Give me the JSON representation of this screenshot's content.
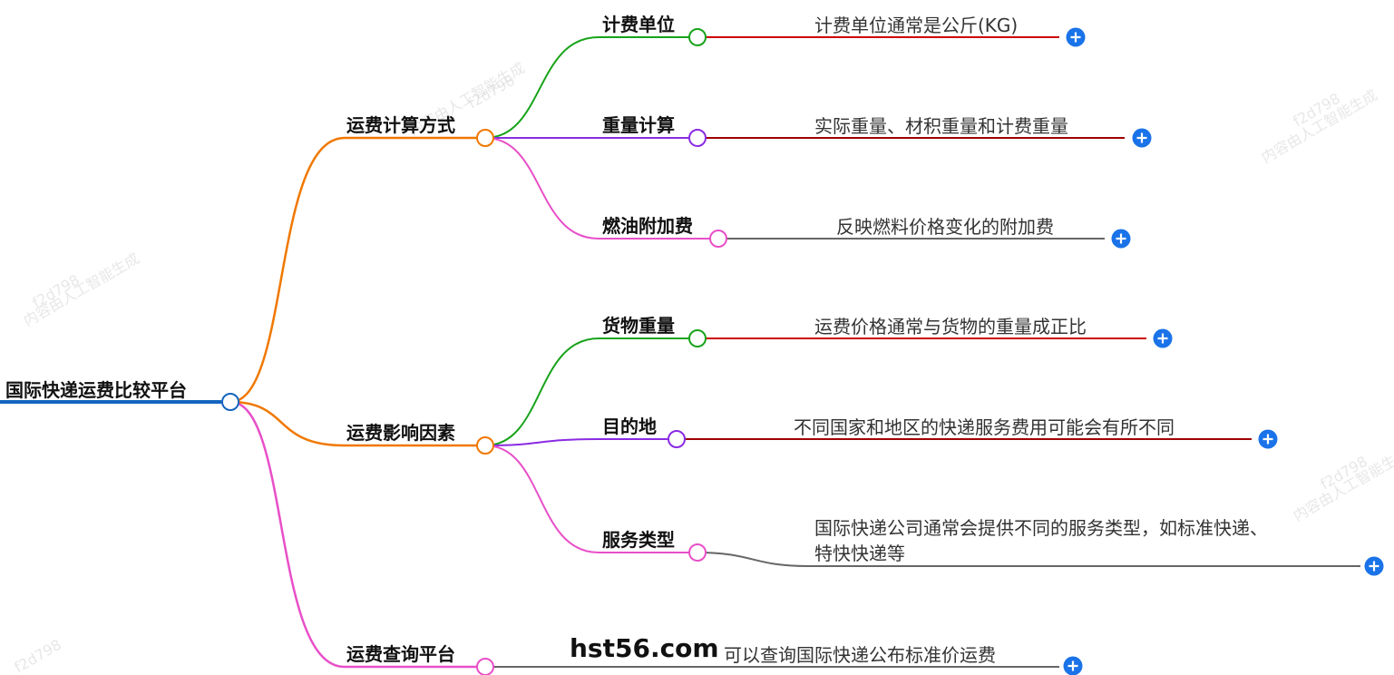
{
  "root": {
    "label": "国际快递运费比较平台"
  },
  "branches": [
    {
      "label": "运费计算方式",
      "children": [
        {
          "label": "计费单位",
          "leaf": [
            "计费单位通常是公斤(KG)"
          ]
        },
        {
          "label": "重量计算",
          "leaf": [
            "实际重量、材积重量和计费重量"
          ]
        },
        {
          "label": "燃油附加费",
          "leaf": [
            "反映燃料价格变化的附加费"
          ]
        }
      ]
    },
    {
      "label": "运费影响因素",
      "children": [
        {
          "label": "货物重量",
          "leaf": [
            "运费价格通常与货物的重量成正比"
          ]
        },
        {
          "label": "目的地",
          "leaf": [
            "不同国家和地区的快递服务费用可能会有所不同"
          ]
        },
        {
          "label": "服务类型",
          "leaf": [
            "国际快递公司通常会提供不同的服务类型，如标准快递、",
            "特快快递等"
          ]
        }
      ]
    },
    {
      "label": "运费查询平台",
      "children": [
        {
          "label": "hst56.com",
          "leaf": [
            "可以查询国际快递公布标准价运费"
          ]
        }
      ]
    }
  ],
  "watermark": {
    "line1": "f2d798",
    "line2": "内容由人工智能生成"
  },
  "icons": {
    "expand": "plus-circle-icon",
    "node": "circle-node-icon"
  },
  "colors": {
    "root_line": "#1565c0",
    "orange": "#f07800",
    "green": "#17a31a",
    "purple": "#8a2be2",
    "pink": "#e84fc8",
    "red_line": "#cc0000",
    "dark_red_line": "#a00000",
    "gray_line": "#666666",
    "plus_blue": "#1a73e8"
  }
}
